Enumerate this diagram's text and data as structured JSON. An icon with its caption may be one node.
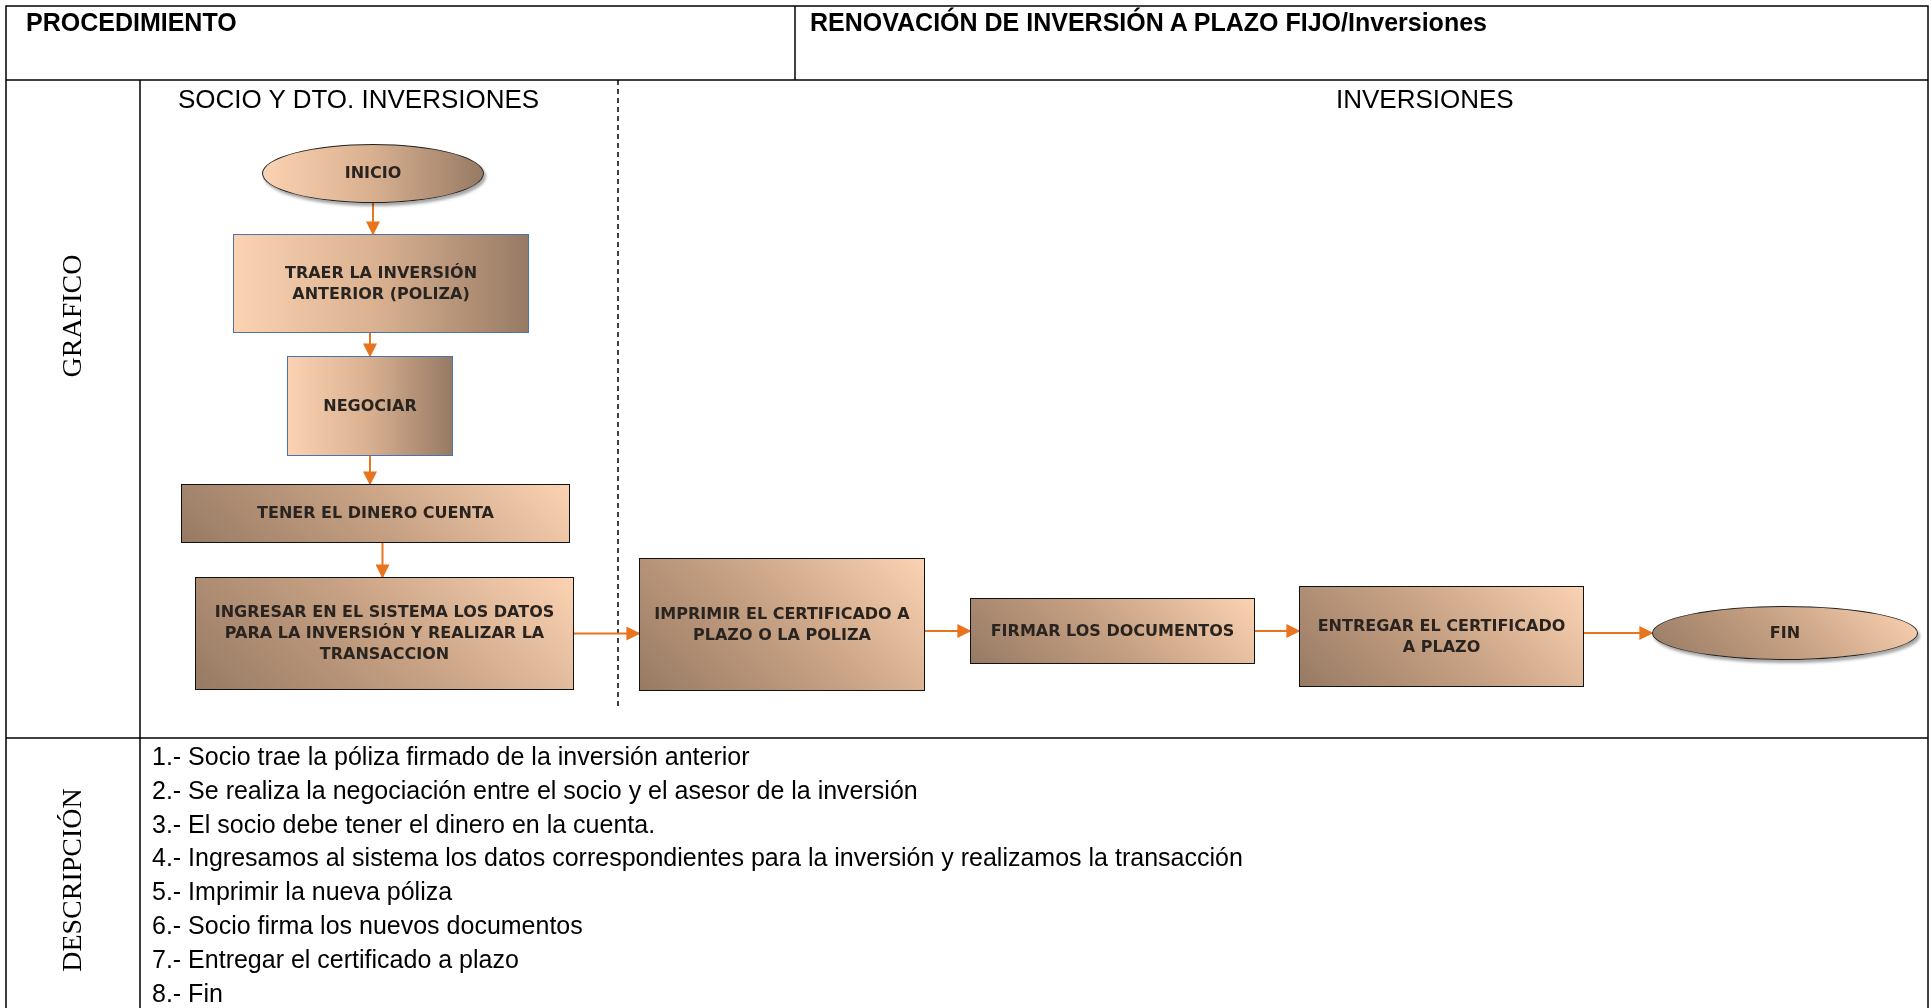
{
  "diagram": {
    "title": "RENOVACIÓN DE INVERSIÓN A PLAZO FIJO/Inversiones",
    "nodes": [
      {
        "text": [
          "INICIO"
        ]
      },
      {
        "text": [
          "TRAER LA INVERSIÓN ANTERIOR (POLIZA)"
        ]
      },
      {
        "text": [
          "NEGOCIAR"
        ]
      },
      {
        "text": [
          "TENER EL DINERO CUENTA"
        ]
      },
      {
        "text": [
          "INGRESAR EN EL SISTEMA LOS DATOS PARA LA INVERSIÓN Y REALIZAR LA TRANSACCION"
        ]
      },
      {
        "text": [
          "IMPRIMIR EL CERTIFICADO A PLAZO O LA POLIZA"
        ]
      },
      {
        "text": [
          "FIRMAR LOS DOCUMENTOS"
        ]
      },
      {
        "text": [
          "ENTREGAR EL CERTIFICADO A PLAZO"
        ]
      },
      {
        "text": [
          "FIN"
        ]
      }
    ],
    "edges": [
      {
        "from": 0,
        "to": 1,
        "arrow": "to"
      },
      {
        "from": 1,
        "to": 2,
        "arrow": "to"
      },
      {
        "from": 2,
        "to": 3,
        "arrow": "to"
      },
      {
        "from": 3,
        "to": 4,
        "arrow": "to"
      },
      {
        "from": 4,
        "to": 5,
        "arrow": "to"
      },
      {
        "from": 5,
        "to": 6,
        "arrow": "to"
      },
      {
        "from": 6,
        "to": 7,
        "arrow": "to"
      },
      {
        "from": 7,
        "to": 8,
        "arrow": "to"
      }
    ],
    "labels": [
      "PROCEDIMIENTO",
      "SOCIO Y DTO. INVERSIONES",
      "INVERSIONES",
      "GRAFICO",
      "DESCRIPCIÓN",
      "1.- Socio trae la póliza firmado de la inversión anterior",
      "2.- Se realiza la negociación entre el socio y el asesor de la inversión",
      "3.- El socio debe tener el dinero en la cuenta.",
      "4.- Ingresamos al sistema los datos correspondientes para la inversión y realizamos la transacción",
      "5.- Imprimir la nueva póliza",
      "6.- Socio firma los nuevos documentos",
      "7.- Entregar el certificado a plazo",
      "8.- Fin"
    ]
  }
}
